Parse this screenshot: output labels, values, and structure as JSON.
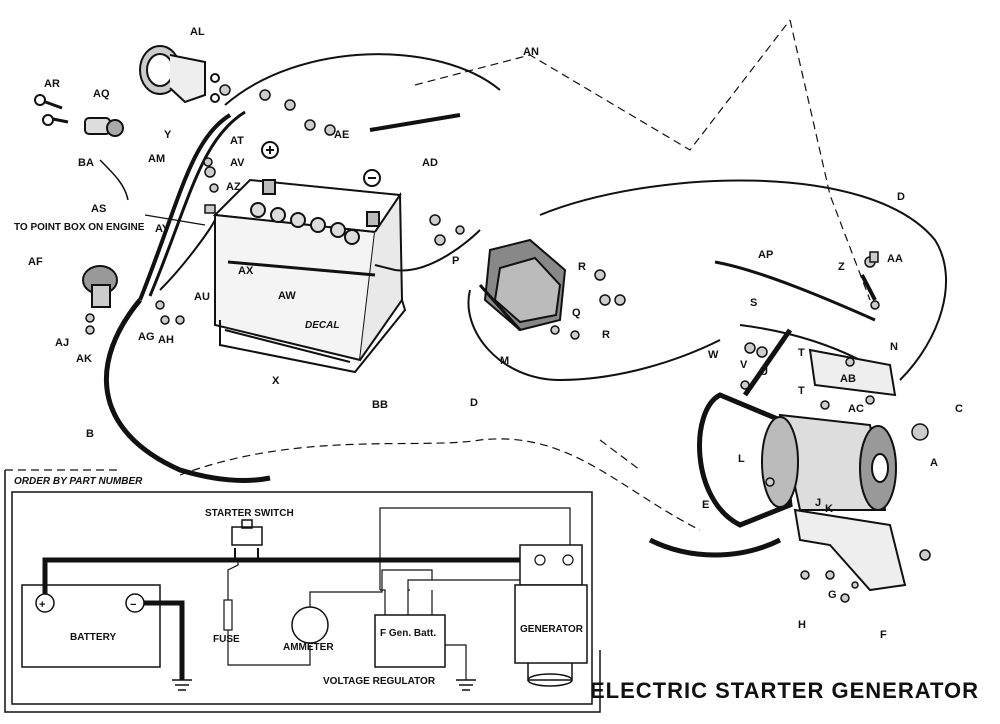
{
  "title": "ELECTRIC STARTER GENERATOR",
  "order_note": "ORDER BY PART NUMBER",
  "point_box_note": "TO POINT BOX ON ENGINE",
  "decal_text": "DECAL",
  "callouts": {
    "A": "A",
    "B": "B",
    "C": "C",
    "D": "D",
    "D2": "D",
    "E": "E",
    "F": "F",
    "G": "G",
    "H": "H",
    "J": "J",
    "K": "K",
    "L": "L",
    "M": "M",
    "N": "N",
    "P": "P",
    "Q": "Q",
    "R": "R",
    "R2": "R",
    "S": "S",
    "T": "T",
    "T2": "T",
    "U": "U",
    "V": "V",
    "W": "W",
    "X": "X",
    "Y": "Y",
    "Z": "Z",
    "AA": "AA",
    "AB": "AB",
    "AC": "AC",
    "AD": "AD",
    "AE": "AE",
    "AF": "AF",
    "AG": "AG",
    "AH": "AH",
    "AJ": "AJ",
    "AK": "AK",
    "AL": "AL",
    "AM": "AM",
    "AN": "AN",
    "AP": "AP",
    "AQ": "AQ",
    "AR": "AR",
    "AS": "AS",
    "AT": "AT",
    "AU": "AU",
    "AV": "AV",
    "AW": "AW",
    "AX": "AX",
    "AY": "AY",
    "AZ": "AZ",
    "BA": "BA",
    "BB": "BB"
  },
  "schematic": {
    "starter_switch": "STARTER SWITCH",
    "battery": "BATTERY",
    "fuse": "FUSE",
    "ammeter": "AMMETER",
    "generator": "GENERATOR",
    "voltage_regulator": "VOLTAGE REGULATOR",
    "reg_terminals": "F   Gen. Batt.",
    "plus": "+",
    "minus": "−"
  }
}
